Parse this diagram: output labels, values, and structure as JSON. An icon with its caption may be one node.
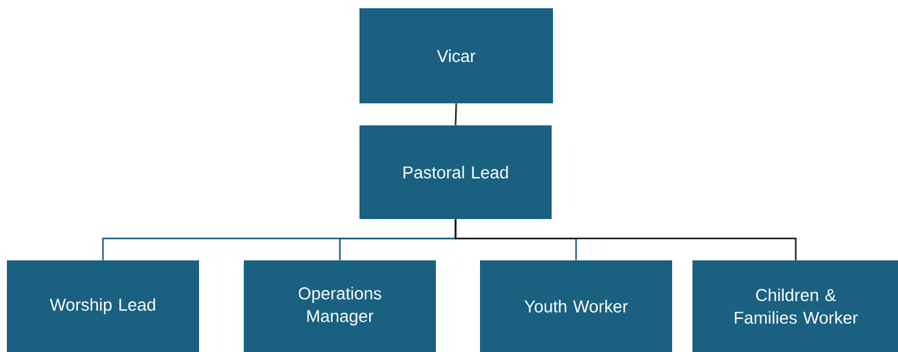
{
  "diagram": {
    "nodes": [
      {
        "text": [
          "Vicar"
        ]
      },
      {
        "text": [
          "Pastoral Lead"
        ]
      },
      {
        "text": [
          "Worship Lead"
        ]
      },
      {
        "text": [
          "Operations Manager"
        ]
      },
      {
        "text": [
          "Youth Worker"
        ]
      },
      {
        "text": [
          "Children & Families Worker"
        ]
      }
    ],
    "edges": [
      {
        "from": 0,
        "to": 1,
        "arrow": "none",
        "color": "#1a1a1a"
      },
      {
        "from": 1,
        "to": 2,
        "arrow": "none"
      },
      {
        "from": 1,
        "to": 3,
        "arrow": "none"
      },
      {
        "from": 1,
        "to": 4,
        "arrow": "none"
      },
      {
        "from": 1,
        "to": 5,
        "arrow": "none",
        "color": "#1a1a1a"
      }
    ]
  }
}
